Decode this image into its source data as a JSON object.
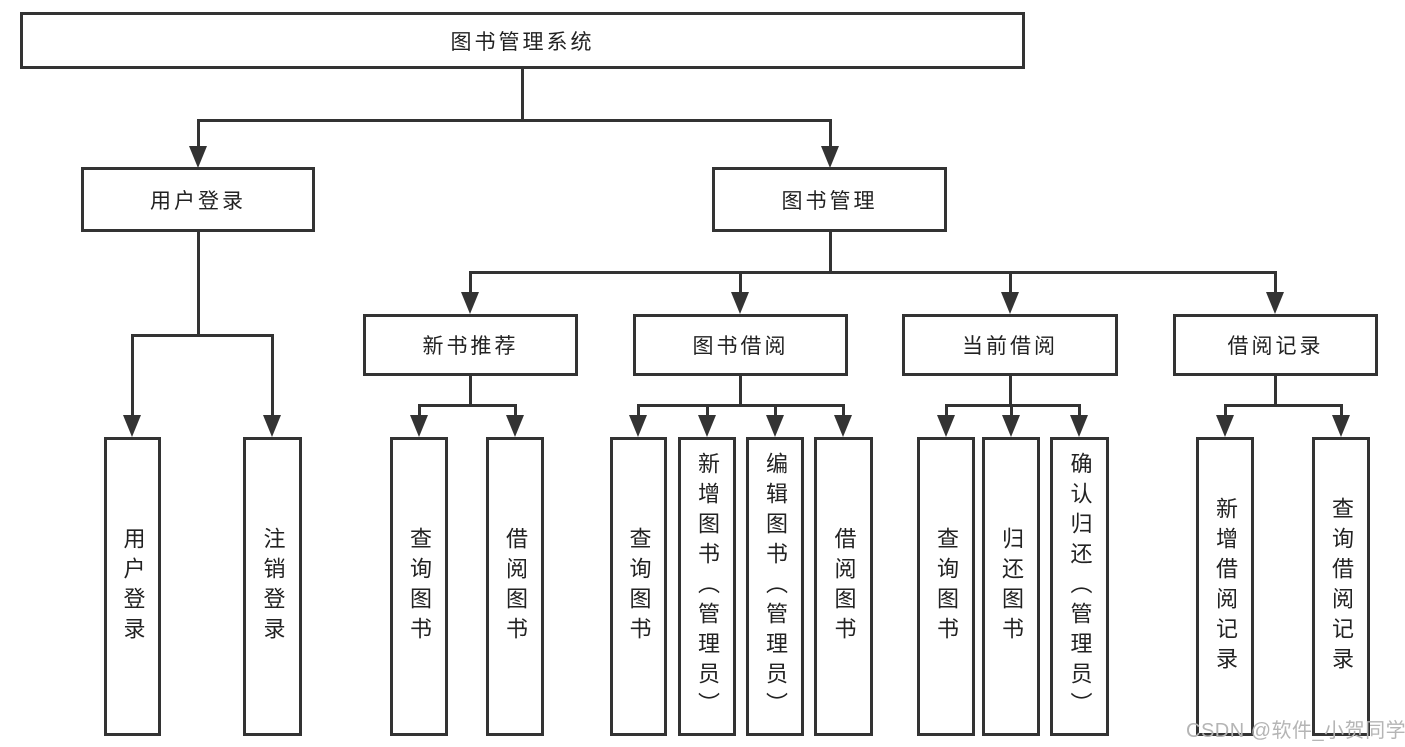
{
  "tree": {
    "label": "图书管理系统",
    "children": [
      {
        "label": "用户登录",
        "children": [
          {
            "label": "用户登录"
          },
          {
            "label": "注销登录"
          }
        ]
      },
      {
        "label": "图书管理",
        "children": [
          {
            "label": "新书推荐",
            "children": [
              {
                "label": "查询图书"
              },
              {
                "label": "借阅图书"
              }
            ]
          },
          {
            "label": "图书借阅",
            "children": [
              {
                "label": "查询图书"
              },
              {
                "label": "新增图书（管理员）"
              },
              {
                "label": "编辑图书（管理员）"
              },
              {
                "label": "借阅图书"
              }
            ]
          },
          {
            "label": "当前借阅",
            "children": [
              {
                "label": "查询图书"
              },
              {
                "label": "归还图书"
              },
              {
                "label": "确认归还（管理员）"
              }
            ]
          },
          {
            "label": "借阅记录",
            "children": [
              {
                "label": "新增借阅记录"
              },
              {
                "label": "查询借阅记录"
              }
            ]
          }
        ]
      }
    ]
  },
  "watermark": {
    "text": "CSDN @软件_小贺同学"
  },
  "colors": {
    "line": "#333333",
    "text": "#222222",
    "watermark": "#b5b5b5",
    "background": "#ffffff"
  }
}
